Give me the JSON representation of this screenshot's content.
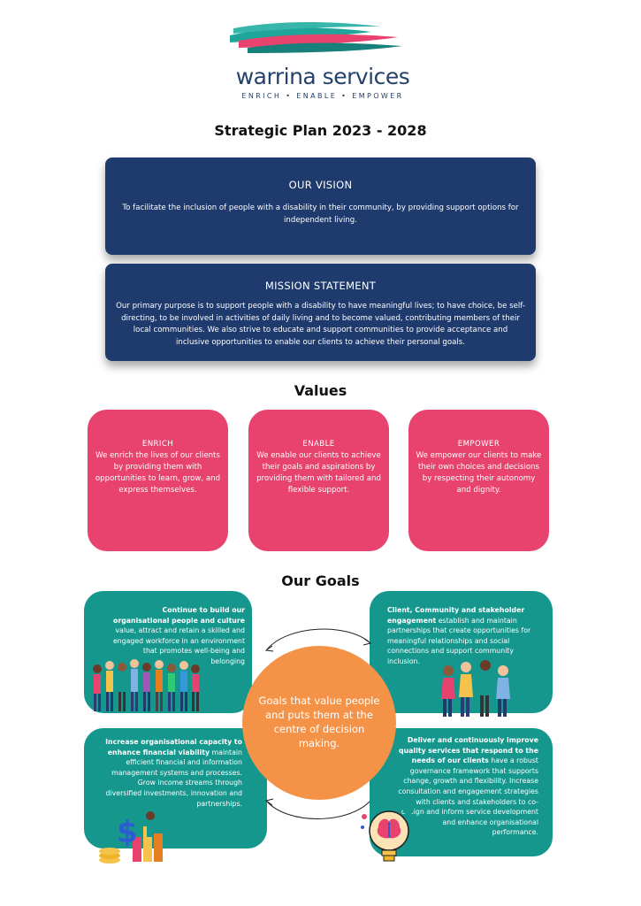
{
  "logo": {
    "name": "warrina services",
    "tagline": "ENRICH • ENABLE • EMPOWER",
    "colors": {
      "teal": "#1fa59a",
      "pink": "#e8426e",
      "navy": "#24416b"
    }
  },
  "plan_title": "Strategic Plan 2023 - 2028",
  "vision": {
    "heading": "OUR VISION",
    "text": "To facilitate the inclusion of people with a disability in their community, by providing support options for independent living."
  },
  "mission": {
    "heading": "MISSION STATEMENT",
    "text": "Our primary purpose is to support people with a disability to have meaningful lives; to have choice, be self-directing, to be involved in activities of daily living and to become valued, contributing members of their local communities. We also strive to educate and support communities to provide acceptance and inclusive opportunities to enable our clients to achieve their personal goals."
  },
  "values": {
    "title": "Values",
    "items": [
      {
        "heading": "ENRICH",
        "text": "We enrich the lives of our clients by providing them with opportunities to learn, grow, and express themselves."
      },
      {
        "heading": "ENABLE",
        "text": "We enable our clients to achieve their goals and aspirations by providing them with tailored and flexible support."
      },
      {
        "heading": "EMPOWER",
        "text": "We empower our clients to make their own choices and decisions by respecting their autonomy and dignity."
      }
    ]
  },
  "goals": {
    "title": "Our Goals",
    "center": "Goals that value people and puts them at the centre of decision making.",
    "items": [
      {
        "bold": "Continue to build our organisational people and culture",
        "text": " value, attract and retain a skilled and engaged workforce in an environment that promotes well-being and belonging"
      },
      {
        "bold": "Client, Community and stakeholder engagement",
        "text": " establish and maintain partnerships that create opportunities for meaningful relationships and social connections and support community inclusion."
      },
      {
        "bold": "Increase organisational capacity to enhance financial viability",
        "text": " maintain efficient financial and information management systems and processes. Grow income streams through diversified investments, innovation and partnerships."
      },
      {
        "bold": "Deliver and continuously improve quality services that respond to the needs of our clients",
        "text": " have a robust governance framework that supports change, growth and flexibility. Increase consultation and engagement strategies with clients and stakeholders to co-design and inform service development and enhance organisational performance."
      }
    ]
  },
  "colors": {
    "navy": "#1f3a6d",
    "pink": "#e8426e",
    "teal": "#15978e",
    "orange": "#f49347"
  }
}
